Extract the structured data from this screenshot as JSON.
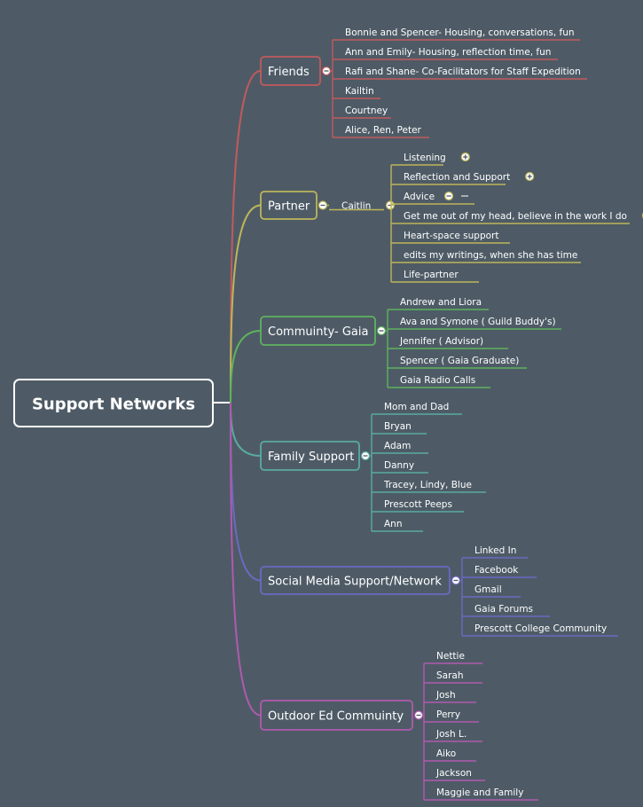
{
  "root": {
    "label": "Support Networks"
  },
  "branches": [
    {
      "label": "Friends",
      "color": "#c25a5e",
      "children": [
        {
          "label": "Bonnie and Spencer- Housing, conversations, fun"
        },
        {
          "label": "Ann and Emily- Housing, reflection time, fun"
        },
        {
          "label": "Rafi and Shane- Co-Facilitators for Staff Expedition"
        },
        {
          "label": "Kailtin"
        },
        {
          "label": "Courtney"
        },
        {
          "label": "Alice, Ren, Peter"
        }
      ]
    },
    {
      "label": "Partner",
      "color": "#bdb55a",
      "sub": {
        "label": "Caitlin"
      },
      "children": [
        {
          "label": "Listening",
          "marker": "plus"
        },
        {
          "label": "Reflection and Support",
          "marker": "plus"
        },
        {
          "label": "Advice",
          "marker": "minus"
        },
        {
          "label": "Get me out of my head, believe in the work I do",
          "marker": "plus"
        },
        {
          "label": "Heart-space support"
        },
        {
          "label": "edits my writings, when she has time"
        },
        {
          "label": "Life-partner"
        }
      ]
    },
    {
      "label": "Commuinty- Gaia",
      "color": "#5fb25f",
      "children": [
        {
          "label": "Andrew and Liora"
        },
        {
          "label": "Ava and Symone  ( Guild Buddy's)"
        },
        {
          "label": "Jennifer ( Advisor)"
        },
        {
          "label": "Spencer ( Gaia Graduate)"
        },
        {
          "label": "Gaia Radio Calls"
        }
      ]
    },
    {
      "label": "Family Support",
      "color": "#5aaaa2",
      "children": [
        {
          "label": "Mom and Dad"
        },
        {
          "label": "Bryan"
        },
        {
          "label": "Adam"
        },
        {
          "label": "Danny"
        },
        {
          "label": "Tracey, Lindy, Blue"
        },
        {
          "label": "Prescott Peeps"
        },
        {
          "label": "Ann"
        }
      ]
    },
    {
      "label": "Social Media Support/Network",
      "color": "#6a6ac2",
      "children": [
        {
          "label": "Linked In"
        },
        {
          "label": "Facebook"
        },
        {
          "label": "Gmail"
        },
        {
          "label": "Gaia Forums"
        },
        {
          "label": "Prescott College Community"
        }
      ]
    },
    {
      "label": "Outdoor Ed Commuinty",
      "color": "#b05aae",
      "children": [
        {
          "label": "Nettie"
        },
        {
          "label": "Sarah"
        },
        {
          "label": "Josh"
        },
        {
          "label": "Perry"
        },
        {
          "label": "Josh L."
        },
        {
          "label": "Aiko"
        },
        {
          "label": "Jackson"
        },
        {
          "label": "Maggie and Family"
        }
      ]
    }
  ]
}
